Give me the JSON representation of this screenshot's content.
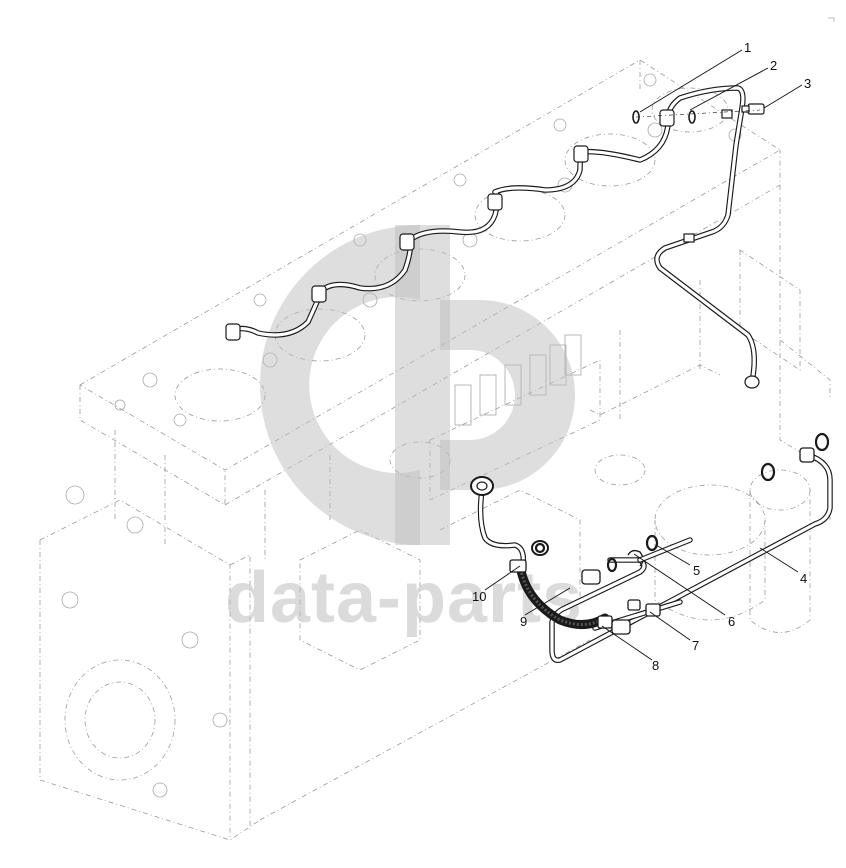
{
  "watermark": {
    "text": "data-parts",
    "color": "#bdbdbd"
  },
  "callouts": [
    {
      "number": "1"
    },
    {
      "number": "2"
    },
    {
      "number": "3"
    },
    {
      "number": "4"
    },
    {
      "number": "5"
    },
    {
      "number": "6"
    },
    {
      "number": "7"
    },
    {
      "number": "8"
    },
    {
      "number": "9"
    },
    {
      "number": "10"
    }
  ],
  "colors": {
    "line_art": "#1a1a1a",
    "ghost_outline": "#9a9a9a",
    "background": "#ffffff"
  }
}
